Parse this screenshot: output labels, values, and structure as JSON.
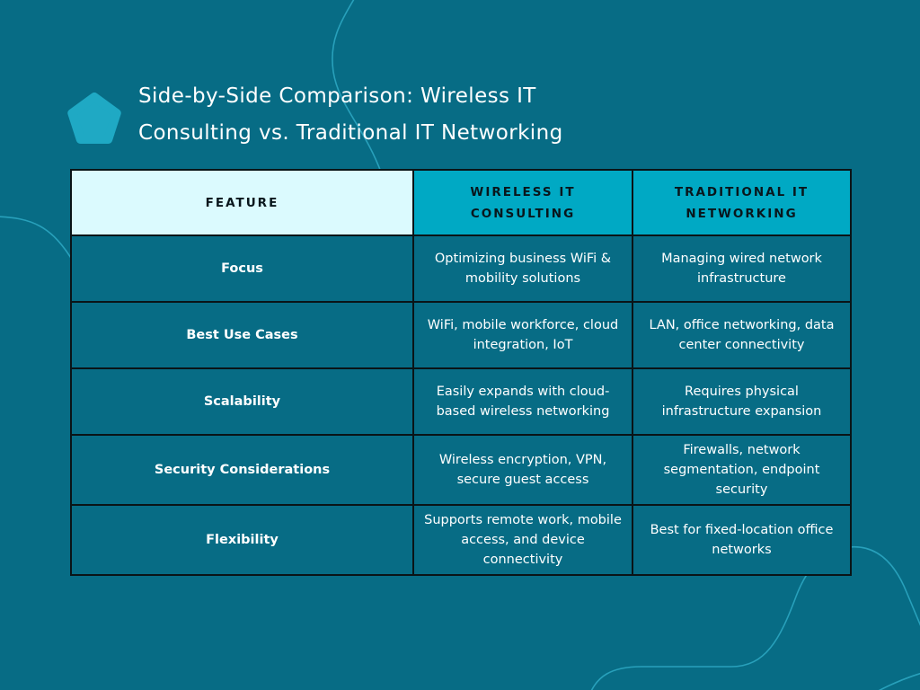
{
  "header": {
    "title_line1": "Side-by-Side Comparison: Wireless IT",
    "title_line2": "Consulting vs. Traditional IT Networking"
  },
  "colors": {
    "background": "#076C85",
    "accent_teal": "#00A9C4",
    "light_cyan": "#DBFAFE",
    "pentagon": "#1FA9C4",
    "border": "#0A1417",
    "curve": "#31AEC8",
    "title_text": "#FFFFFF",
    "header_text": "#09161C",
    "body_text": "#FFFFFF"
  },
  "icons": {
    "logo": "pentagon-icon"
  },
  "table": {
    "columns": [
      "FEATURE",
      "WIRELESS IT CONSULTING",
      "TRADITIONAL IT NETWORKING"
    ],
    "rows": [
      {
        "feature": "Focus",
        "wireless": "Optimizing business WiFi & mobility solutions",
        "traditional": "Managing wired network infrastructure"
      },
      {
        "feature": "Best Use Cases",
        "wireless": "WiFi, mobile workforce, cloud integration, IoT",
        "traditional": "LAN, office networking, data center connectivity"
      },
      {
        "feature": "Scalability",
        "wireless": "Easily expands with cloud-based wireless networking",
        "traditional": "Requires physical infrastructure expansion"
      },
      {
        "feature": "Security Considerations",
        "wireless": "Wireless encryption, VPN, secure guest access",
        "traditional": "Firewalls, network segmentation, endpoint security"
      },
      {
        "feature": "Flexibility",
        "wireless": "Supports remote work, mobile access, and device connectivity",
        "traditional": "Best for fixed-location office networks"
      }
    ]
  }
}
